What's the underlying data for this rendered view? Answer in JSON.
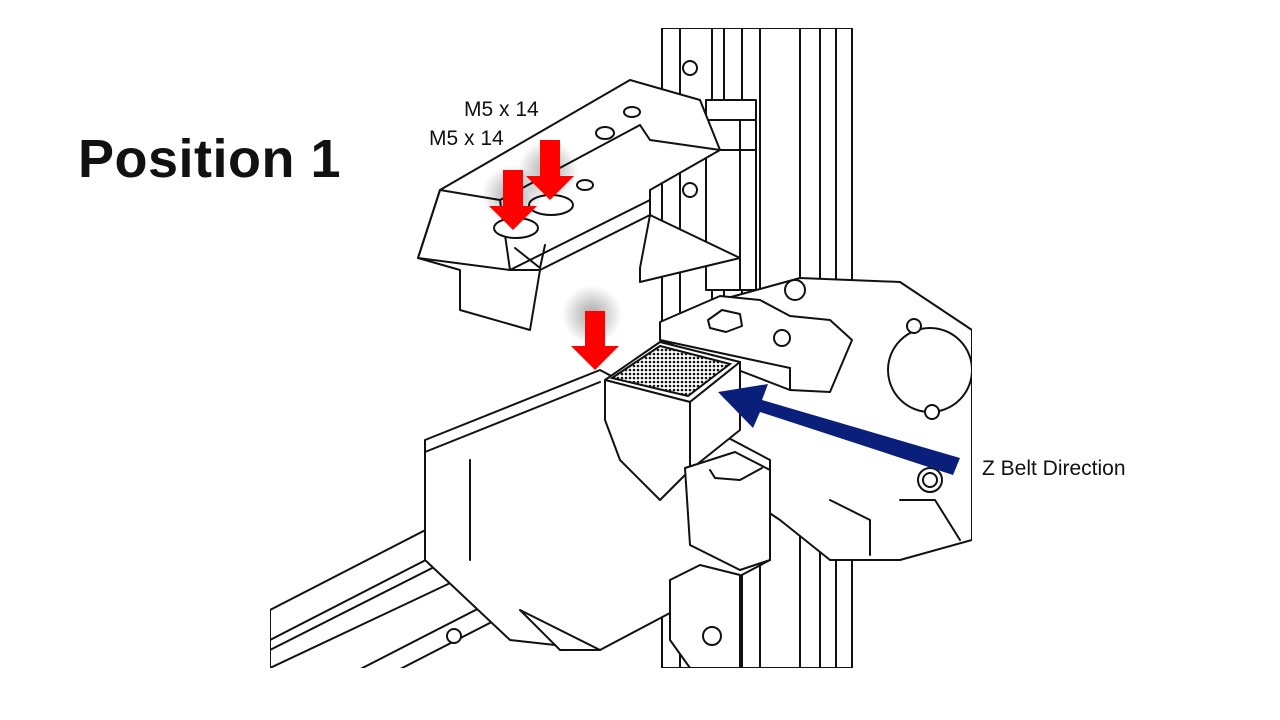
{
  "slide": {
    "title": "Position 1",
    "labels": {
      "screw_upper": "M5 x 14",
      "screw_lower": "M5 x 14",
      "belt_direction": "Z Belt Direction"
    }
  },
  "colors": {
    "screw_arrow": "#ff0000",
    "belt_arrow": "#0a1f7a",
    "line_art": "#111111",
    "background": "#ffffff"
  }
}
